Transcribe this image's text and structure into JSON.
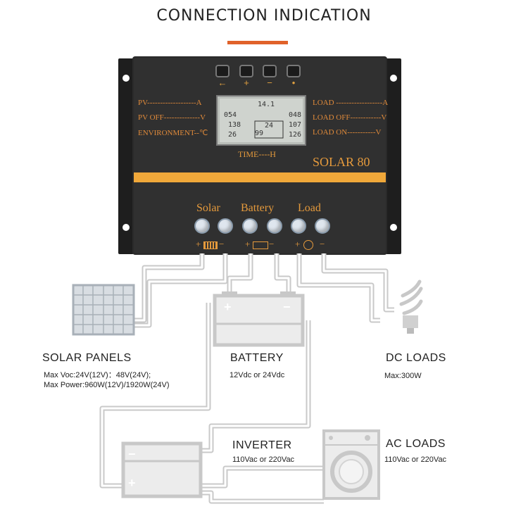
{
  "header": {
    "title": "CONNECTION INDICATION"
  },
  "controller": {
    "model": "SOLAR 80",
    "time_label": "TIME----H",
    "left_labels": [
      "PV-------------------A",
      "PV OFF--------------V",
      "ENVIRONMENT--℃"
    ],
    "right_labels": [
      "LOAD ------------------A",
      "LOAD OFF------------V",
      "LOAD ON-----------V"
    ],
    "buttons": [
      "←",
      "+",
      "−",
      "•"
    ],
    "lcd": {
      "top": "14.1",
      "l1": "054",
      "l2": "138",
      "l3": "26",
      "mid1": "24",
      "mid2": "99",
      "r1": "048",
      "r2": "107",
      "r3": "126"
    },
    "terminal_groups": [
      "Solar",
      "Battery",
      "Load"
    ],
    "polarity": {
      "plus": "+",
      "minus": "−"
    }
  },
  "captions": {
    "solar": {
      "title": "SOLAR  PANELS",
      "line1": "Max  Voc:24V(12V)：48V(24V);",
      "line2": "Max  Power:960W(12V)/1920W(24V)"
    },
    "battery": {
      "title": "BATTERY",
      "line1": "12Vdc  or  24Vdc",
      "plus": "+",
      "minus": "−"
    },
    "dc_loads": {
      "title": "DC  LOADS",
      "line1": "Max:300W"
    },
    "inverter": {
      "title": "INVERTER",
      "line1": "110Vac  or  220Vac",
      "minus": "−",
      "plus": "+"
    },
    "ac_loads": {
      "title": "AC  LOADS",
      "line1": "110Vac  or  220Vac"
    }
  }
}
